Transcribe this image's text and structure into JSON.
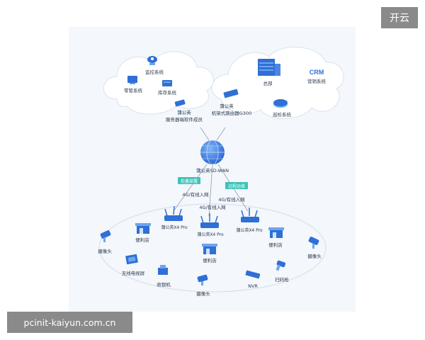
{
  "badge": "开云",
  "watermark": "pcinit-kaiyun.com.cn",
  "cloud_left": {
    "monitor": "监控系统",
    "retail": "零管系统",
    "inventory": "库存系统",
    "server": "蒲公英\n服务器端软件成员"
  },
  "cloud_right": {
    "hq": "总部",
    "crm_title": "CRM",
    "crm_label": "营销系统",
    "router": "蒲公英\n机架式路由器G300",
    "patrol": "巡检系统"
  },
  "center": {
    "sdwan": "蒲公英SD-WAN"
  },
  "tags": {
    "batch": "批量部署",
    "remote": "远程运维"
  },
  "links": {
    "link1": "4G/有线入网",
    "link2": "4G/有线入网",
    "link3": "4G/有线入网"
  },
  "routers": {
    "r1": "蒲公英X4 Pro",
    "r2": "蒲公英X4 Pro",
    "r3": "蒲公英X4 Pro"
  },
  "stores": {
    "s1": "便利店",
    "s2": "便利店",
    "s3": "便利店"
  },
  "devices": {
    "cam_left": "摄像头",
    "cam_right": "摄像头",
    "cam_bottom": "摄像头",
    "tv": "无线电视屏",
    "pos": "收银机",
    "nvr": "NVR",
    "scanner": "扫码枪"
  },
  "colors": {
    "primary": "#2f6fd6",
    "light": "#6aa6f0",
    "teal": "#3cc3b8",
    "line": "#8aa0bc"
  }
}
